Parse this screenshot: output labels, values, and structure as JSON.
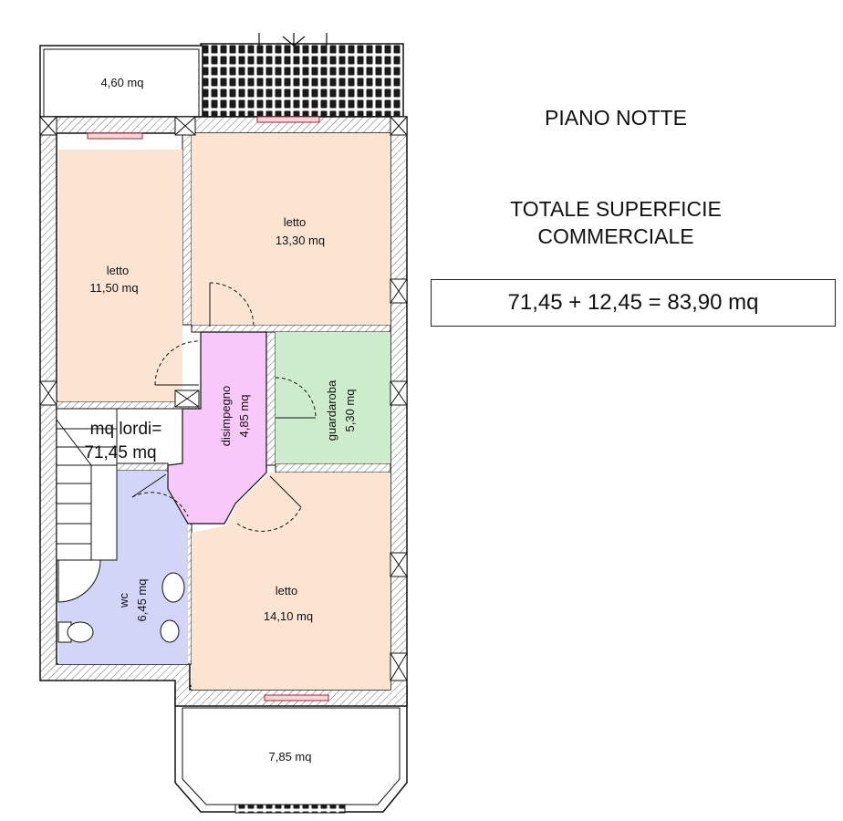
{
  "plan": {
    "title": "PIANO NOTTE",
    "total_heading_line1": "TOTALE SUPERFICIE",
    "total_heading_line2": "COMMERCIALE",
    "total_value": "71,45 + 12,45 = 83,90 mq"
  },
  "gross": {
    "line1": "mq lordi=",
    "line2": "71,45 mq"
  },
  "rooms": {
    "balcony_top": {
      "area": "4,60 mq"
    },
    "bedroom_left": {
      "name": "letto",
      "area": "11,50 mq",
      "color": "#fbe5d2"
    },
    "bedroom_top": {
      "name": "letto",
      "area": "13,30 mq",
      "color": "#fbe5d2"
    },
    "hallway": {
      "name": "disimpegno",
      "area": "4,85 mq",
      "color": "#f8c8f8"
    },
    "wardrobe": {
      "name": "guardaroba",
      "area": "5,30 mq",
      "color": "#cdeccc"
    },
    "bathroom": {
      "name": "wc",
      "area": "6,45 mq",
      "color": "#d2d5f8"
    },
    "bedroom_bottom": {
      "name": "letto",
      "area": "14,10 mq",
      "color": "#fbe5d2"
    },
    "balcony_bottom": {
      "area": "7,85 mq"
    }
  }
}
